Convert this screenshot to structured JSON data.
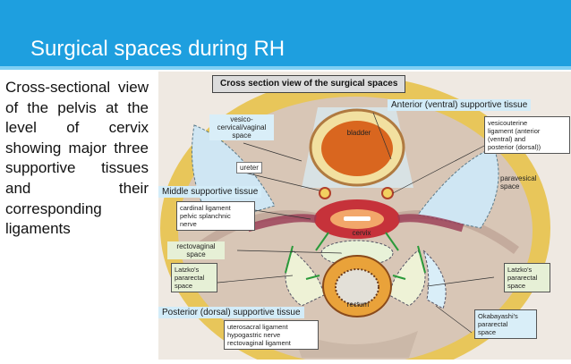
{
  "slide": {
    "title": "Surgical spaces during RH",
    "description": "Cross-sectional view of the pelvis at the level of cervix showing major three supportive tissues and their corresponding ligaments"
  },
  "figure": {
    "box_title": "Cross section view of the surgical spaces",
    "anterior_tissue": "Anterior (ventral) supportive tissue",
    "middle_tissue": "Middle supportive tissue",
    "posterior_tissue": "Posterior (dorsal) supportive tissue",
    "vesicocervical": "vesico-\ncervical/vaginal\nspace",
    "bladder": "bladder",
    "ureter": "ureter",
    "vesicouterine": "vesicouterine\nligament (anterior\n(ventral) and\nposterior (dorsal))",
    "paravesical": "paravesical\nspace",
    "cardinal": "cardinal ligament\npelvic splanchnic\nnerve",
    "cervix": "cervix",
    "rectovaginal": "rectovaginal\nspace",
    "latzko_left": "Latzko's\npararectal\nspace",
    "latzko_right": "Latzko's\npararectal\nspace",
    "rectum": "rectum",
    "okabayashi": "Okabayashi's\npararectal\nspace",
    "posterior_ligaments": "uterosacral ligament\nhypogastric nerve\nrectovaginal ligament"
  },
  "colors": {
    "header": "#1e9fdf",
    "label_box": "#d3ecf8",
    "fat": "#e8c65a",
    "tissue": "#d8c6b6"
  }
}
